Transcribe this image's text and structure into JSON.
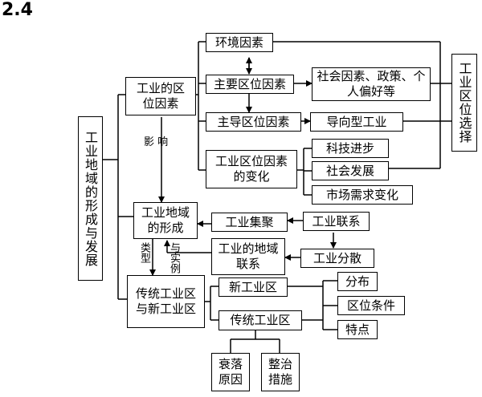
{
  "heading": "2.4",
  "nodes": {
    "root": "工业地域的形成与发展",
    "location_factors": "工业的区位因素",
    "environment": "环境因素",
    "main_factors": "主要区位因素",
    "social_policy": "社会因素、政策、个人偏好等",
    "dominant_factors": "主导区位因素",
    "oriented_industry": "导向型工业",
    "factor_change": "工业区位因素的变化",
    "tech": "科技进步",
    "society": "社会发展",
    "market": "市场需求变化",
    "location_choice": "工业区位选择",
    "formation": "工业地域的形成",
    "agglomeration": "工业集聚",
    "linkage": "工业联系",
    "regional_link": "工业的地域联系",
    "dispersion": "工业分散",
    "trad_new": "传统工业区与新工业区",
    "new_zone": "新工业区",
    "trad_zone": "传统工业区",
    "distribution": "分布",
    "conditions": "区位条件",
    "features": "特点",
    "decline": "衰落原因",
    "remedy": "整治措施"
  },
  "labels": {
    "influence": "影 响",
    "type": "类型",
    "example": "与实例"
  }
}
